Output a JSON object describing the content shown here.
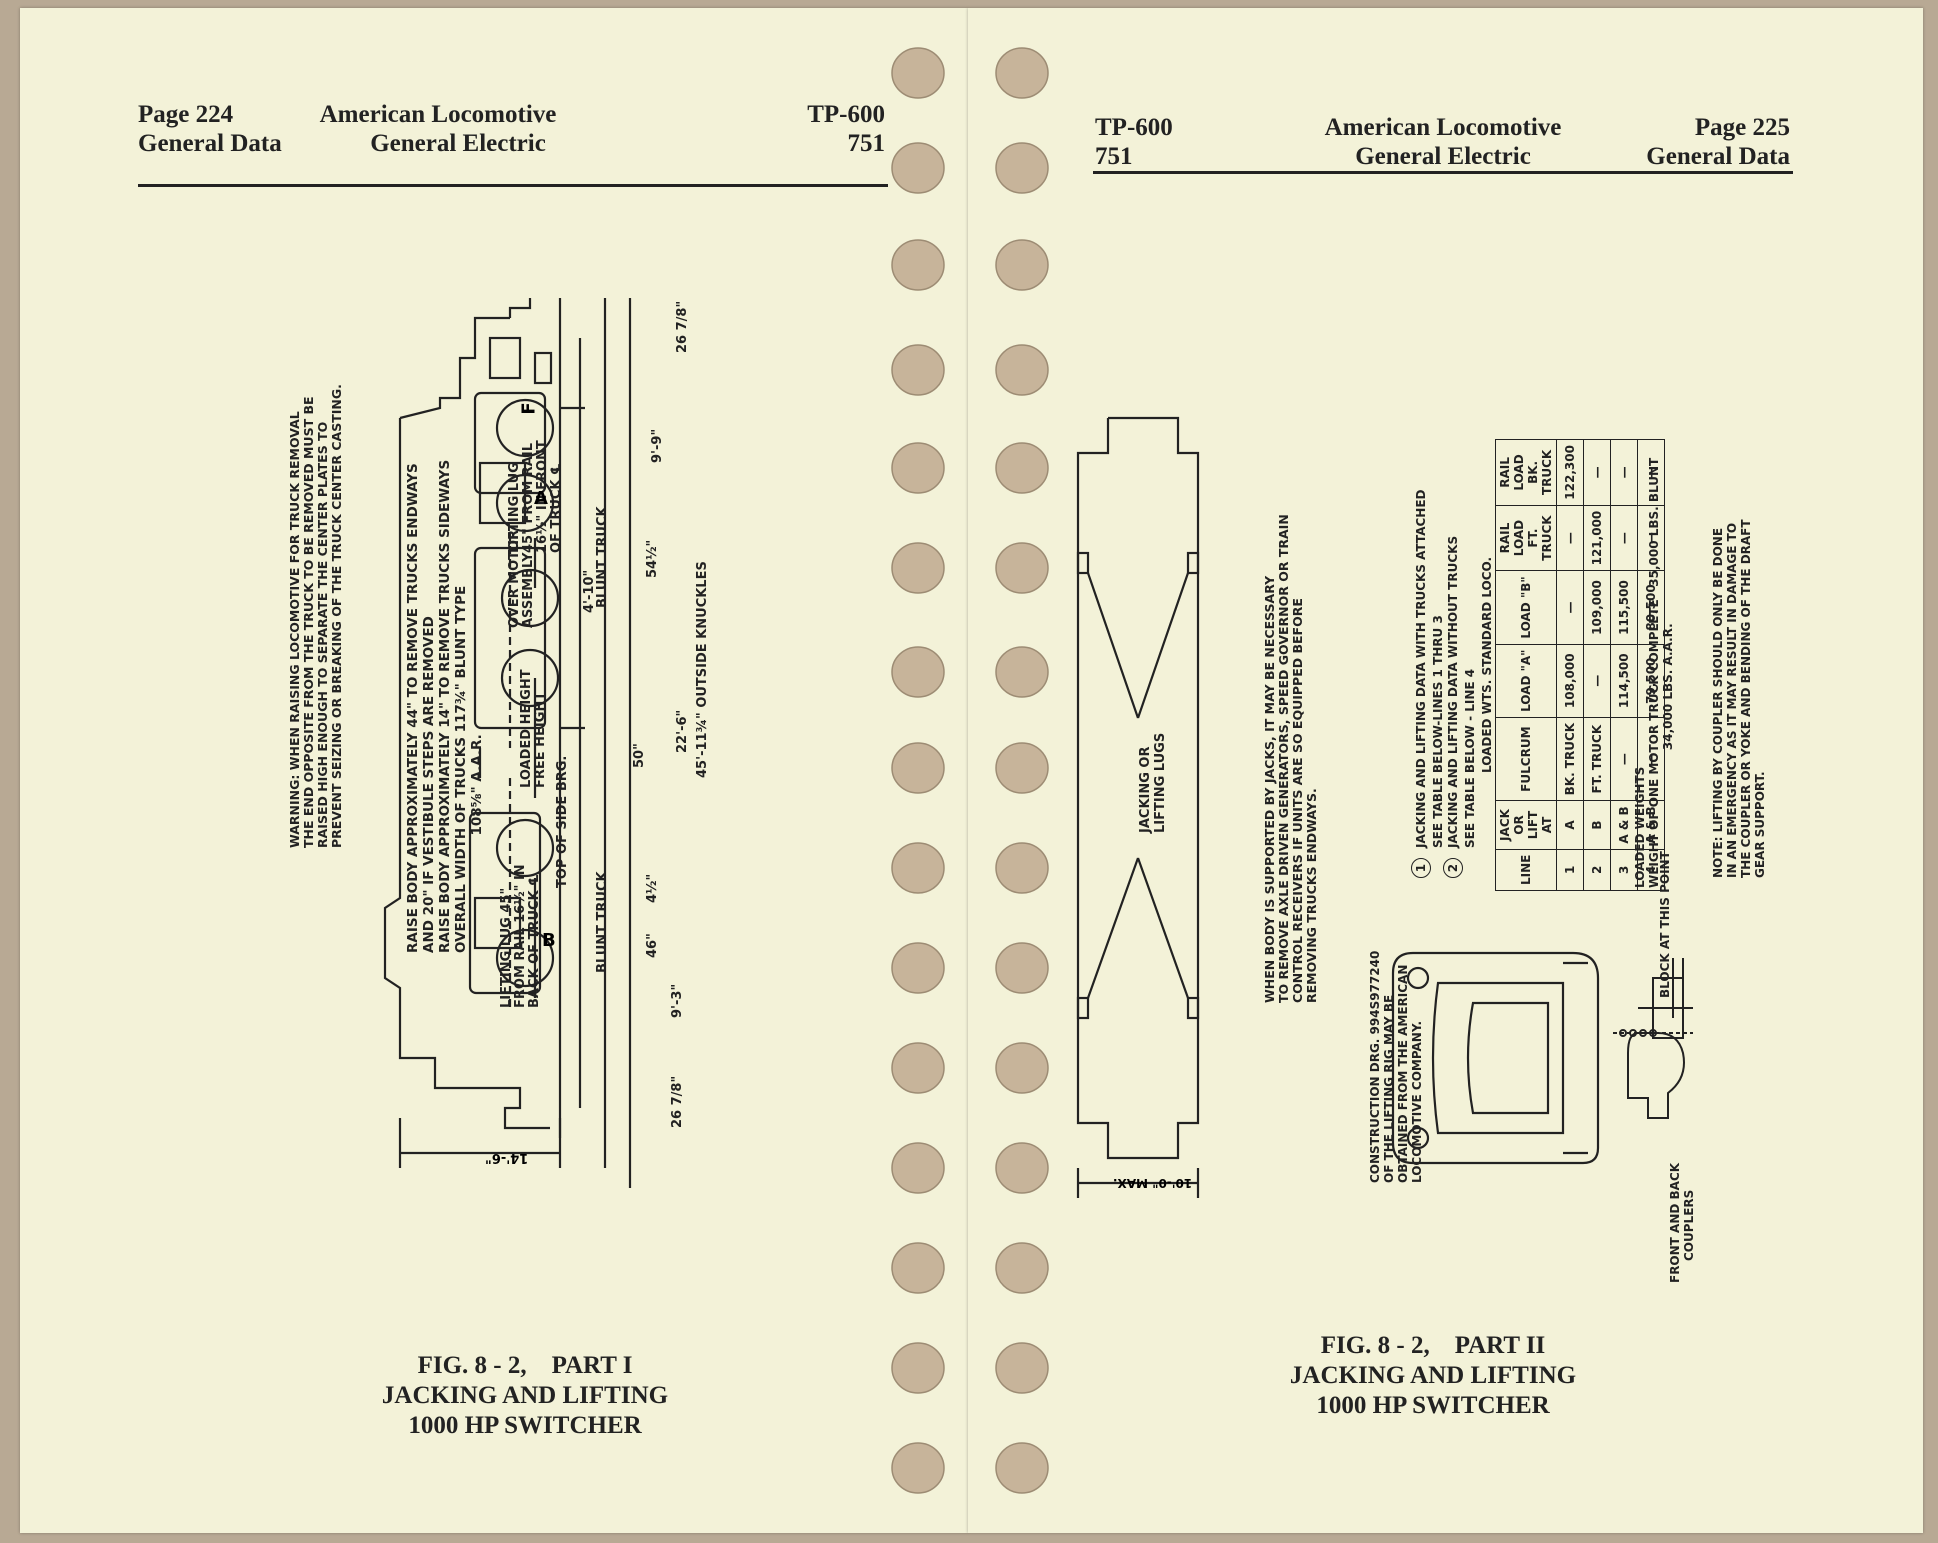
{
  "left_page": {
    "header": {
      "page_label": "Page 224",
      "section": "General Data",
      "company_line1": "American Locomotive",
      "company_line2": "General Electric",
      "doc_code": "TP-600",
      "doc_number": "751"
    },
    "caption": {
      "line1": "FIG. 8 - 2,    PART I",
      "line2": "JACKING AND LIFTING",
      "line3": "1000 HP SWITCHER"
    },
    "warning": [
      "WARNING: WHEN RAISING LOCOMOTIVE FOR TRUCK REMOVAL",
      "THE END OPPOSITE FROM THE TRUCK TO BE REMOVED MUST BE",
      "RAISED HIGH ENOUGH TO SEPARATE THE CENTER PLATES TO",
      "PREVENT SEIZING OR BREAKING OF THE TRUCK CENTER CASTING."
    ],
    "raise_notes": [
      "RAISE BODY APPROXIMATELY 44\" TO REMOVE TRUCKS ENDWAYS",
      "AND 20\" IF VESTIBULE STEPS ARE REMOVED",
      "RAISE BODY APPROXIMATELY 14\" TO REMOVE TRUCKS SIDEWAYS",
      "OVERALL WIDTH OF TRUCKS  117¾\" BLUNT TYPE",
      "                         108⅝\" A.A.R."
    ],
    "lifting_lug_front": [
      "LIFTING LUG",
      "45\" FROM RAIL",
      "16½\" IN FRONT",
      "OF TRUCK ℄"
    ],
    "lifting_lug_back": [
      "LIFTING LUG 45\"",
      "FROM RAIL 16½\" IN",
      "BACK OF TRUCK ℄"
    ],
    "over_motor": [
      "OVER MOTOR",
      "ASSEMBLY"
    ],
    "loaded_height": [
      "LOADED HEIGHT",
      "FREE HEIGHT"
    ],
    "top_side_brg": "TOP OF SIDE BRG.",
    "blunt_truck": "BLUNT TRUCK",
    "point_a": "A",
    "point_b": "B",
    "point_f": "F",
    "dimensions": {
      "d_26_7_8": "26 7/8\"",
      "d_9_9": "9'-9\"",
      "d_54_half": "54½\"",
      "d_4_10": "4'-10\"",
      "d_22_6": "22'-6\"",
      "d_45_11": "45'-11¾\" OUTSIDE KNUCKLES",
      "d_50": "50\"",
      "d_4_half": "4½\"",
      "d_41_half": "4½\"",
      "d_46": "46\"",
      "d_9_3": "9'-3\"",
      "d_14_6": "14'-6\""
    }
  },
  "right_page": {
    "header": {
      "doc_code": "TP-600",
      "doc_number": "751",
      "company_line1": "American Locomotive",
      "company_line2": "General Electric",
      "page_label": "Page 225",
      "section": "General Data"
    },
    "caption": {
      "line1": "FIG. 8 - 2,    PART II",
      "line2": "JACKING AND LIFTING",
      "line3": "1000 HP SWITCHER"
    },
    "jacking_lugs": [
      "JACKING OR",
      "LIFTING LUGS"
    ],
    "max_width": "10'-0\" MAX.",
    "body_note": [
      "WHEN BODY IS SUPPORTED BY JACKS, IT MAY BE NECESSARY",
      "TO REMOVE AXLE DRIVEN GENERATORS, SPEED GOVERNOR OR TRAIN",
      "CONTROL RECEIVERS IF UNITS ARE SO EQUIPPED BEFORE",
      "REMOVING TRUCKS ENDWAYS."
    ],
    "construction_note": [
      "CONSTRUCTION DRG. 994S977240",
      "OF THE LIFTING RIG MAY BE",
      "OBTAINED FROM THE AMERICAN",
      "LOCOMOTIVE COMPANY."
    ],
    "note_1_num": "1",
    "note_1": [
      "JACKING AND LIFTING DATA WITH TRUCKS ATTACHED",
      "SEE TABLE BELOW-LINES 1 THRU 3"
    ],
    "note_2_num": "2",
    "note_2": [
      "JACKING AND LIFTING DATA WITHOUT TRUCKS",
      "SEE TABLE BELOW - LINE 4"
    ],
    "loaded_wts": "LOADED WTS. STANDARD LOCO.",
    "table": {
      "headers": [
        "LINE",
        "JACK OR LIFT AT",
        "FULCRUM",
        "LOAD \"A\"",
        "LOAD \"B\"",
        "RAIL LOAD FT. TRUCK",
        "RAIL LOAD BK. TRUCK"
      ],
      "rows": [
        [
          "1",
          "A",
          "BK. TRUCK",
          "108,000",
          "—",
          "—",
          "122,300"
        ],
        [
          "2",
          "B",
          "FT. TRUCK",
          "—",
          "109,000",
          "121,000",
          "—"
        ],
        [
          "3",
          "A & B",
          "—",
          "114,500",
          "115,500",
          "—",
          "—"
        ],
        [
          "4",
          "A & B",
          "—",
          "79,500",
          "80,500",
          "—",
          "—"
        ]
      ]
    },
    "loaded_weights": "LOADED WEIGHTS",
    "motor_truck_weight": [
      "WEIGHT OF ONE MOTOR TRUCK COMPLETE   35,000 LBS. BLUNT",
      "                                 34,000 LBS. A.A.R."
    ],
    "lifting_note": [
      "NOTE: LIFTING BY COUPLER SHOULD ONLY BE DONE",
      "IN AN EMERGENCY AS IT MAY RESULT IN DAMAGE TO",
      "THE COUPLER OR YOKE AND BENDING OF THE DRAFT",
      "GEAR SUPPORT."
    ],
    "block_label": "BLOCK AT THIS POINT",
    "couplers_label": [
      "FRONT AND BACK",
      "COUPLERS"
    ]
  },
  "colors": {
    "paper": "#f3f2d8",
    "ink": "#222222",
    "background": "#b8a994",
    "hole": "#c7b49a"
  }
}
